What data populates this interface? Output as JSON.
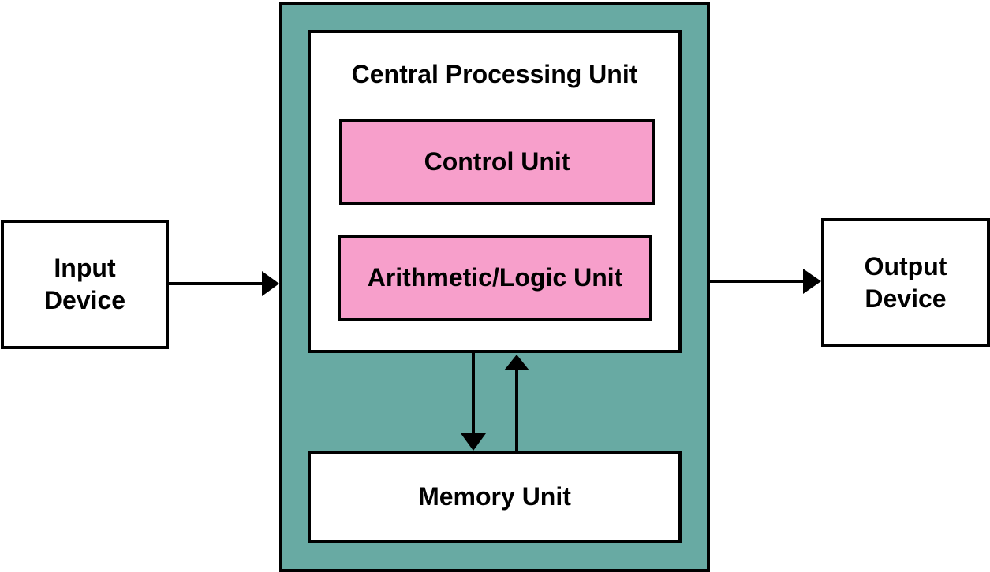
{
  "colors": {
    "system_fill": "#68aaa3",
    "unit_fill": "#f79fcb",
    "stroke": "#000000",
    "background": "#ffffff"
  },
  "input_device": {
    "label": "Input\nDevice"
  },
  "output_device": {
    "label": "Output\nDevice"
  },
  "cpu": {
    "title": "Central Processing Unit",
    "control_unit": "Control Unit",
    "alu": "Arithmetic/Logic Unit"
  },
  "memory_unit": {
    "label": "Memory Unit"
  }
}
